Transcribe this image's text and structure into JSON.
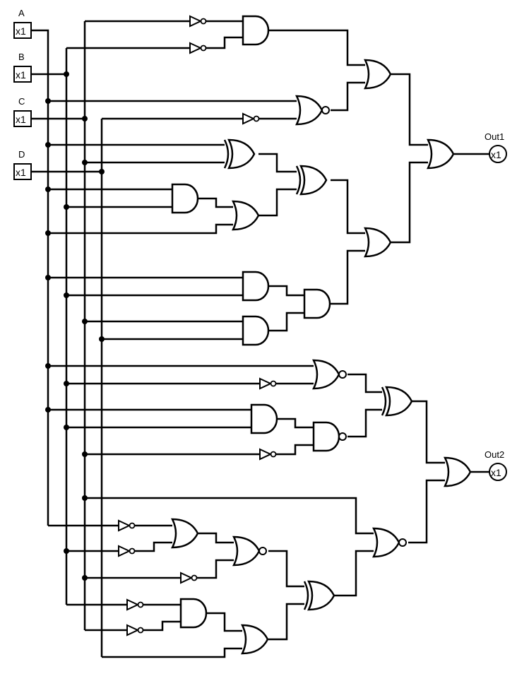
{
  "inputs": [
    {
      "name": "A",
      "value": "x1"
    },
    {
      "name": "B",
      "value": "x1"
    },
    {
      "name": "C",
      "value": "x1"
    },
    {
      "name": "D",
      "value": "x1"
    }
  ],
  "outputs": [
    {
      "name": "Out1",
      "value": "x1"
    },
    {
      "name": "Out2",
      "value": "x1"
    }
  ],
  "colors": {
    "line": "#000000",
    "background": "#ffffff"
  }
}
